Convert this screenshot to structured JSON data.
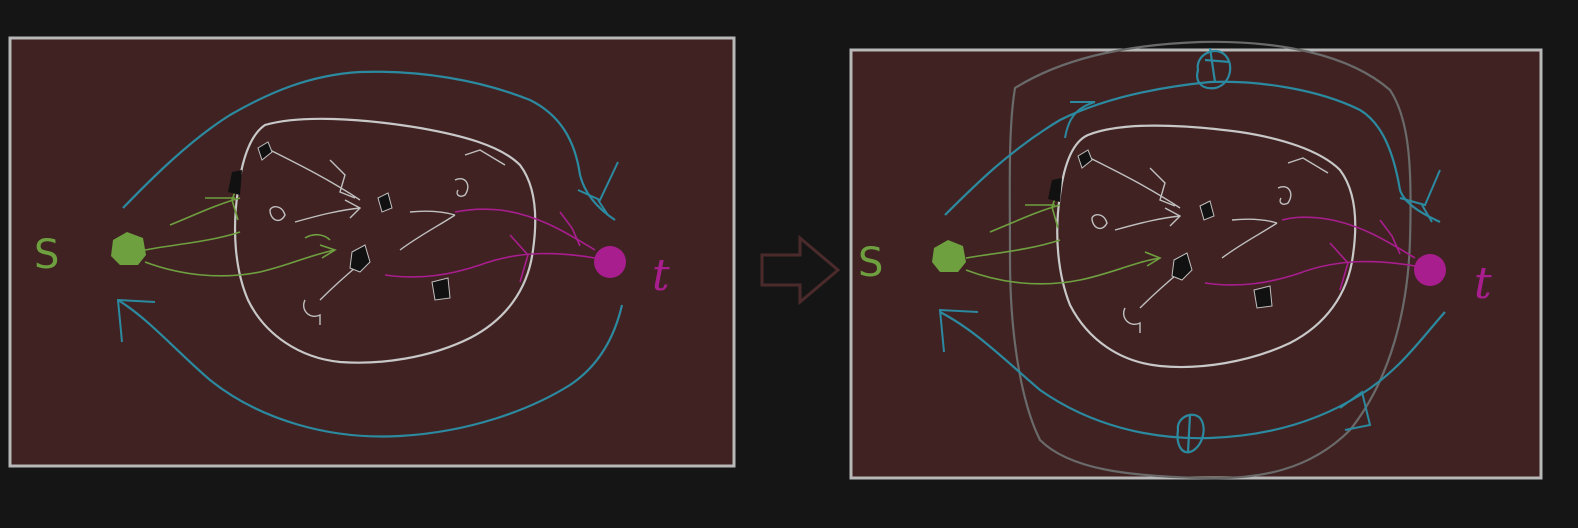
{
  "colors": {
    "background": "#151515",
    "panel_fill": "#412222",
    "panel_border": "#b8b8b8",
    "source": "#6ea040",
    "sink": "#a81e8f",
    "outer_loop": "#2b8aa0",
    "inner_boundary": "#c8c8c8",
    "gray_contour": "#6a6a6a",
    "arrow_outline": "#4a2a2a"
  },
  "left_panel": {
    "source_label": "S",
    "sink_label": "t"
  },
  "right_panel": {
    "source_label": "S",
    "sink_label": "t"
  },
  "transition": {
    "icon": "right-arrow-icon"
  }
}
